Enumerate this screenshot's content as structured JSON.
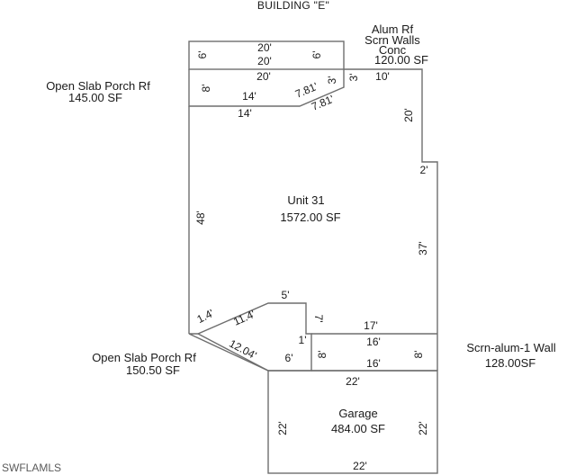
{
  "title": "BUILDING \"E\"",
  "watermark": "SWFLAMLS",
  "areas": {
    "alum": {
      "lines": [
        "Alum Rf",
        "Scrn Walls",
        "Conc"
      ],
      "area": "120.00 SF"
    },
    "porch_top": {
      "name": "Open Slab Porch Rf",
      "area": "145.00 SF"
    },
    "unit": {
      "name": "Unit 31",
      "area": "1572.00 SF"
    },
    "porch_bottom": {
      "name": "Open Slab Porch Rf",
      "area": "150.50 SF"
    },
    "scrn": {
      "name": "Scrn-alum-1 Wall",
      "area": "128.00SF"
    },
    "garage": {
      "name": "Garage",
      "area": "484.00 SF"
    }
  },
  "dims": {
    "alum_top": "20'",
    "alum_inner": "20'",
    "alum_left": "6'",
    "alum_right": "6'",
    "porch_top_w": "20'",
    "porch_left": "8'",
    "porch_inner": "14'",
    "porch_bottom": "14'",
    "porch_diag_in": "7.81'",
    "porch_diag_out": "7.81'",
    "porch_right_in": "3'",
    "porch_right_out": "3'",
    "top_right": "10'",
    "right_upper": "20'",
    "step": "2'",
    "right_lower": "37'",
    "left": "48'",
    "notch_top": "5'",
    "notch_side": "7'",
    "seg_left": "1.4'",
    "diag_in": "11.4'",
    "diag_out": "12.04'",
    "bp_right": "6'",
    "bp_small": "1'",
    "scrn_top": "17'",
    "scrn_inner_top": "16'",
    "scrn_inner_bottom": "16'",
    "scrn_left": "8'",
    "scrn_right": "8'",
    "garage_top": "22'",
    "garage_left": "22'",
    "garage_right": "22'",
    "garage_bottom": "22'"
  }
}
